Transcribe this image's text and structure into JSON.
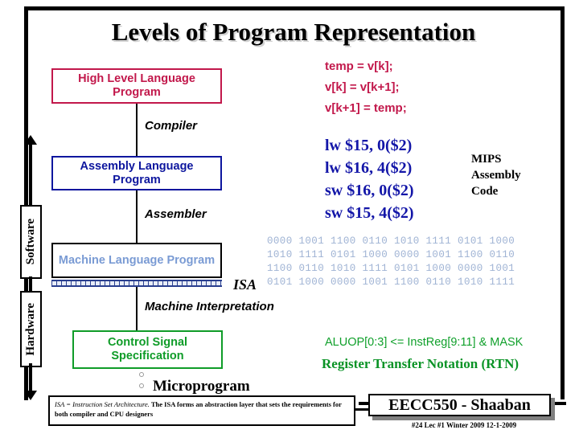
{
  "slide": {
    "title": "Levels of Program Representation",
    "levels": [
      {
        "id": "high-level-language",
        "label": "High Level Language Program",
        "color": "#c2184b"
      },
      {
        "id": "assembly-language",
        "label": "Assembly  Language Program",
        "color": "#0d169e"
      },
      {
        "id": "machine-language",
        "label": "Machine  Language Program",
        "color": "#7a9bd4"
      },
      {
        "id": "control-signal",
        "label": "Control Signal Specification",
        "color": "#0f9c28"
      }
    ],
    "stages": [
      {
        "id": "compiler",
        "label": "Compiler"
      },
      {
        "id": "assembler",
        "label": "Assembler"
      },
      {
        "id": "machine-interpretation",
        "label": "Machine Interpretation"
      }
    ],
    "isa_label": "ISA",
    "microprogram_label": "Microprogram",
    "spine": {
      "software_label": "Software",
      "hardware_label": "Hardware"
    },
    "code": {
      "high_level": [
        "temp = v[k];",
        "v[k] = v[k+1];",
        "v[k+1] = temp;"
      ],
      "assembly": [
        "lw $15, 0($2)",
        "lw $16, 4($2)",
        "sw $16, 0($2)",
        "sw $15, 4($2)"
      ],
      "assembly_caption": "MIPS\nAssembly\nCode",
      "machine_binary": [
        "0000 1001 1100 0110 1010 1111 0101 1000",
        "1010 1111 0101 1000 0000 1001 1100 0110",
        "1100 0110 1010 1111 0101 1000 0000 1001",
        "0101 1000 0000 1001 1100 0110 1010 1111"
      ],
      "rtn_expression": "ALUOP[0:3] <= InstReg[9:11] & MASK",
      "rtn_title": "Register Transfer Notation (RTN)"
    },
    "footnote": {
      "definition": "ISA = Instruction Set Architecture.",
      "body": "The ISA forms an abstraction layer that sets the requirements for both  compiler and CPU designers"
    },
    "branding": {
      "course": "EECC550 - Shaaban",
      "meta": "#24   Lec #1  Winter 2009  12-1-2009"
    },
    "colors": {
      "hll_red": "#c2184b",
      "asm_blue": "#1316a8",
      "machine_blue": "#9fb3d4",
      "control_green": "#10a02b",
      "frame_black": "#000000"
    }
  }
}
